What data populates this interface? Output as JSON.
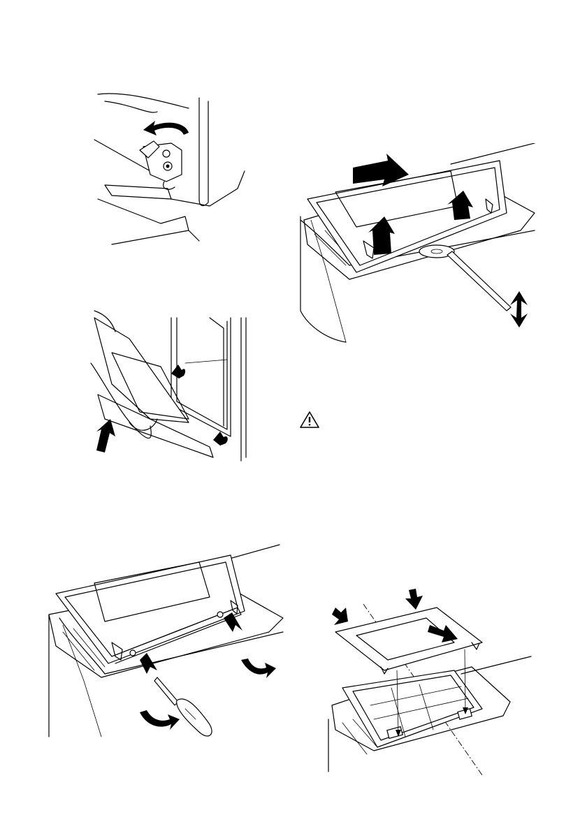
{
  "page": {
    "title": ""
  },
  "figures": [
    {
      "id": "hinge-lever",
      "icon": "hinge-lever-rotate-illustration"
    },
    {
      "id": "remove-door",
      "icon": "lift-door-off-hinges-illustration"
    },
    {
      "id": "lift-glass",
      "icon": "lift-glass-panel-illustration"
    },
    {
      "id": "warning",
      "icon": "warning-triangle-icon",
      "text": ""
    },
    {
      "id": "unscrew-trim",
      "icon": "unscrew-door-trim-illustration"
    },
    {
      "id": "insert-glass",
      "icon": "insert-inner-glass-illustration"
    }
  ]
}
